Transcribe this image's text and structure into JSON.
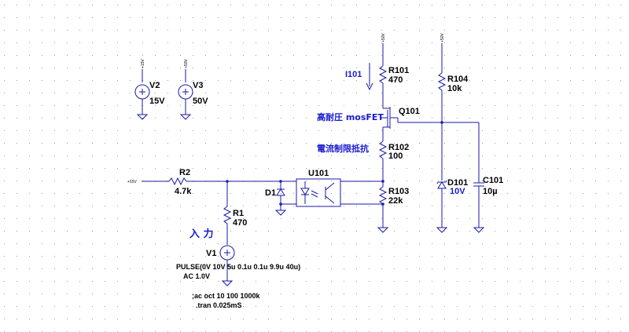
{
  "colors": {
    "wire": "#1a1aa8",
    "text": "#000000",
    "note": "#1a1ad0",
    "grid": "#9a9a9a",
    "background": "#ffffff"
  },
  "labels": {
    "v2_net": "+15V",
    "v2_name": "V2",
    "v2_value": "15V",
    "v3_net": "+50V",
    "v3_name": "V3",
    "v3_value": "50V",
    "r101_net": "+50V",
    "r104_net": "+50V",
    "i101": "I101",
    "r101_name": "R101",
    "r101_value": "470",
    "r104_name": "R104",
    "r104_value": "10k",
    "q101_name": "Q101",
    "q101_note": "高耐圧 mosFET",
    "r102_name": "R102",
    "r102_value": "100",
    "r102_note": "電流制限抵抗",
    "u101_name": "U101",
    "r103_name": "R103",
    "r103_value": "22k",
    "d101_name": "D101",
    "d101_value": "10V",
    "c101_name": "C101",
    "c101_value": "10µ",
    "in_net": "+15V",
    "r2_name": "R2",
    "r2_value": "4.7k",
    "d1_name": "D1",
    "r1_name": "R1",
    "r1_value": "470",
    "input_note": "入 力",
    "v1_name": "V1",
    "v1_pulse": "PULSE(0V 10V 5u 0.1u 0.1u 9.9u 40u)",
    "v1_ac": "AC 1.0V",
    "cmd_ac": ";ac oct 10 100 1000k",
    "cmd_tran": ".tran 0.025mS"
  }
}
